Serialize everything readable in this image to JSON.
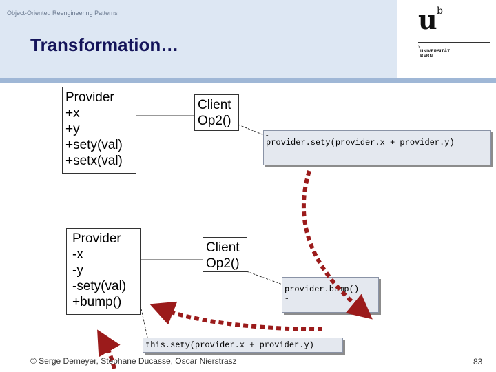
{
  "header": {
    "course_title": "Object-Oriented Reengineering Patterns",
    "slide_title": "Transformation…"
  },
  "logo": {
    "mark": "u",
    "superscript": "b",
    "small_mark": "›",
    "lines": [
      "UNIVERSITÄT",
      "BERN"
    ]
  },
  "diagram": {
    "before": {
      "provider_lines": [
        "Provider",
        "+x",
        "+y",
        "+sety(val)",
        "+setx(val)"
      ],
      "client_lines": [
        "Client",
        "Op2()"
      ],
      "note_lines": [
        "…",
        "provider.sety(provider.x + provider.y)",
        "…"
      ]
    },
    "after": {
      "provider_lines": [
        "Provider",
        "-x",
        "-y",
        "-sety(val)",
        "+bump()"
      ],
      "client_lines": [
        "Client",
        "Op2()"
      ],
      "note_lines": [
        "…",
        "provider.bump()",
        "…"
      ]
    },
    "moved_code": "this.sety(provider.x + provider.y)",
    "arrow_color": "#9b1b1b"
  },
  "footer": {
    "credits": "© Serge Demeyer, Stéphane Ducasse, Oscar Nierstrasz",
    "page_number": "83"
  }
}
